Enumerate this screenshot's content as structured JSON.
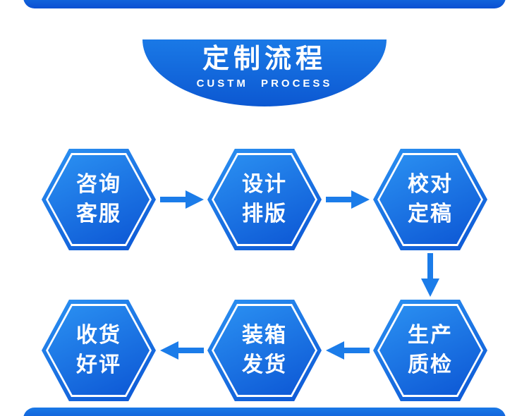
{
  "header": {
    "title": "定制流程",
    "subtitle": "CUSTM PROCESS"
  },
  "steps": [
    {
      "line1": "咨询",
      "line2": "客服"
    },
    {
      "line1": "设计",
      "line2": "排版"
    },
    {
      "line1": "校对",
      "line2": "定稿"
    },
    {
      "line1": "生产",
      "line2": "质检"
    },
    {
      "line1": "装箱",
      "line2": "发货"
    },
    {
      "line1": "收货",
      "line2": "好评"
    }
  ],
  "colors": {
    "banner-top": "#1a79e6",
    "banner-bottom": "#0c58d2",
    "hex-light": "#2b91f2",
    "hex-dark": "#0c56d4",
    "arrow": "#1b7ce9",
    "bar": "#0b50d2",
    "text": "#ffffff"
  }
}
